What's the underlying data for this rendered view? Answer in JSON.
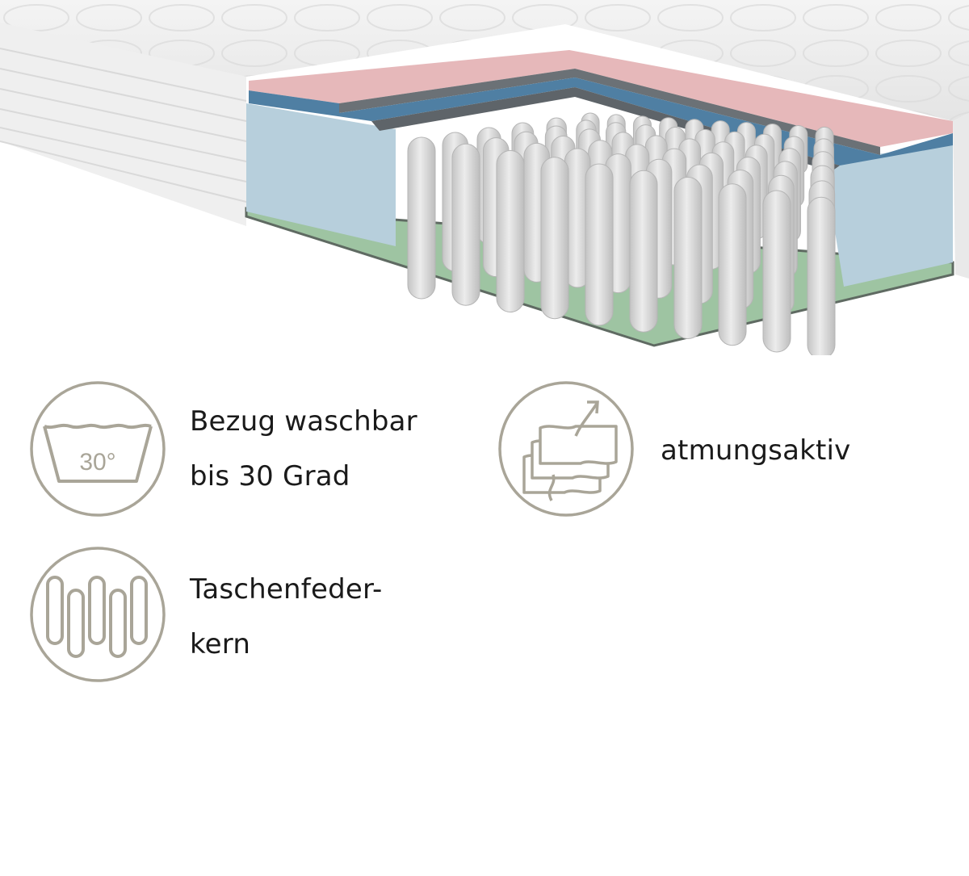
{
  "colors": {
    "icon_stroke": "#a9a598",
    "text": "#1a1a1a",
    "layer_top": "#e6b8ba",
    "layer_blue": "#4f7fa3",
    "foam_side": "#b7cfdc",
    "base_green": "#9ec4a2",
    "springs": "#d6d6d6"
  },
  "features": [
    {
      "icon": "wash-30-icon",
      "icon_text": "30°",
      "lines": [
        "Bezug waschbar",
        "bis 30 Grad"
      ]
    },
    {
      "icon": "breathable-layers-icon",
      "lines": [
        "atmungsaktiv"
      ]
    },
    {
      "icon": "pocket-springs-icon",
      "lines": [
        "Taschenfeder-",
        "kern"
      ]
    }
  ]
}
